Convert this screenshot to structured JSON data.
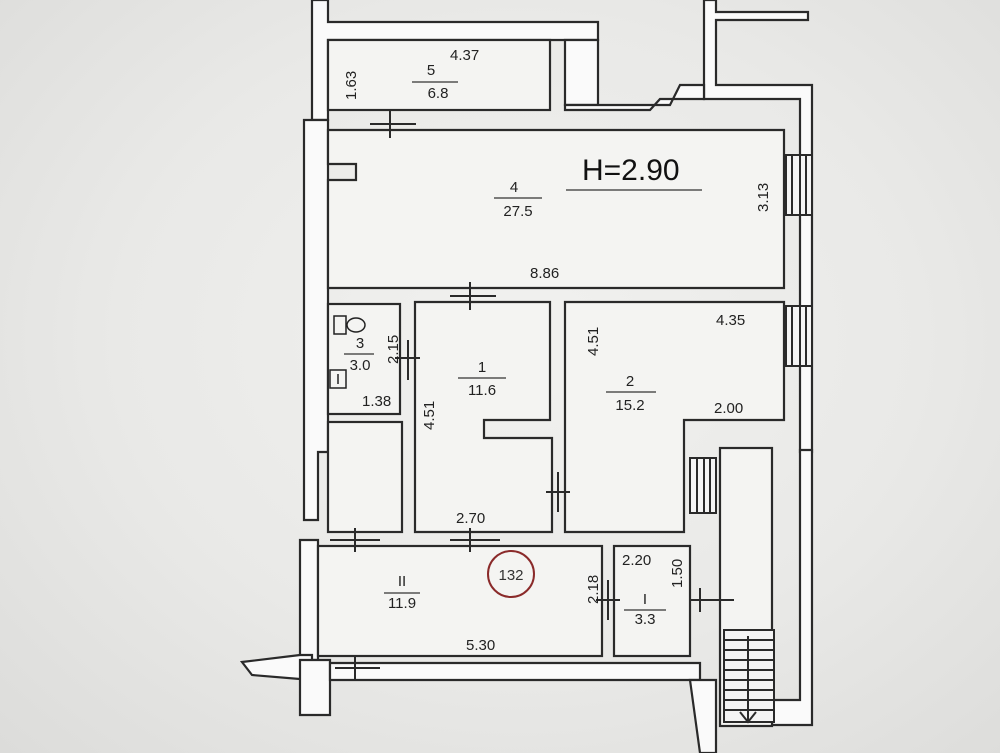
{
  "plan": {
    "height_label": "H=2.90",
    "stamp": "132",
    "rooms": [
      {
        "id": "5",
        "area": "6.8"
      },
      {
        "id": "4",
        "area": "27.5"
      },
      {
        "id": "3",
        "area": "3.0"
      },
      {
        "id": "1",
        "area": "11.6"
      },
      {
        "id": "2",
        "area": "15.2"
      },
      {
        "id": "II",
        "area": "11.9"
      },
      {
        "id": "I",
        "area": "3.3"
      }
    ],
    "dimensions": {
      "r5_width": "4.37",
      "r5_depth": "1.63",
      "r4_depth": "3.13",
      "r4_width": "8.86",
      "r3_depth": "2.15",
      "r3_width": "1.38",
      "r1_depth": "4.51",
      "r1_width": "2.70",
      "r2_depth": "4.51",
      "r2_width": "4.35",
      "r2_notch": "2.00",
      "rII_width": "5.30",
      "rII_depth": "2.18",
      "rI_width": "2.20",
      "rI_depth": "1.50"
    }
  }
}
